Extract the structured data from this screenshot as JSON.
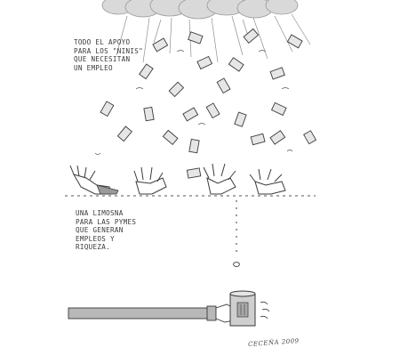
{
  "cartoon": {
    "top_caption": "TODO EL APOYO\nPARA LOS \"NINIS\"\nQUE NECESITAN\nUN EMPLEO",
    "bottom_caption": "UNA LIMOSNA\nPARA LAS PYMES\nQUE GENERAN\nEMPLEOS Y\nRIQUEZA.",
    "signature": "CECEÑA 2009",
    "colors": {
      "ink": "#3a3a3a",
      "cloud": "#d8d8d8",
      "banknote": "#e4e4e4",
      "can": "#cfcfcf",
      "divider": "#555555"
    }
  }
}
